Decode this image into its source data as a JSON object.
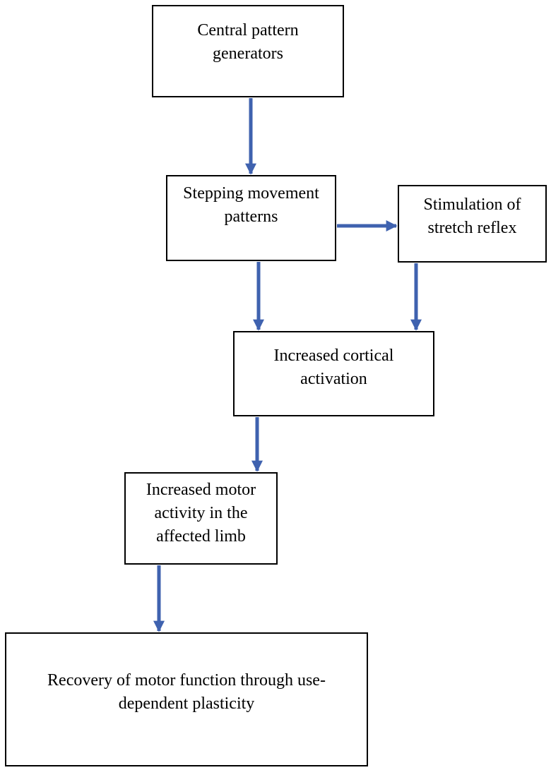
{
  "diagram": {
    "nodes": {
      "central_pattern_generators": "Central pattern generators",
      "stepping_movement_patterns": "Stepping movement patterns",
      "stimulation_of_stretch_reflex": "Stimulation of stretch reflex",
      "increased_cortical_activation": "Increased cortical activation",
      "increased_motor_activity": "Increased motor activity in the affected limb",
      "recovery_of_motor_function": "Recovery of motor function through use-dependent plasticity"
    },
    "edges": [
      {
        "from": "central_pattern_generators",
        "to": "stepping_movement_patterns"
      },
      {
        "from": "stepping_movement_patterns",
        "to": "stimulation_of_stretch_reflex"
      },
      {
        "from": "stepping_movement_patterns",
        "to": "increased_cortical_activation"
      },
      {
        "from": "stimulation_of_stretch_reflex",
        "to": "increased_cortical_activation"
      },
      {
        "from": "increased_cortical_activation",
        "to": "increased_motor_activity"
      },
      {
        "from": "increased_motor_activity",
        "to": "recovery_of_motor_function"
      }
    ],
    "arrow_color": "#3F62AF",
    "border_color": "#000000"
  }
}
